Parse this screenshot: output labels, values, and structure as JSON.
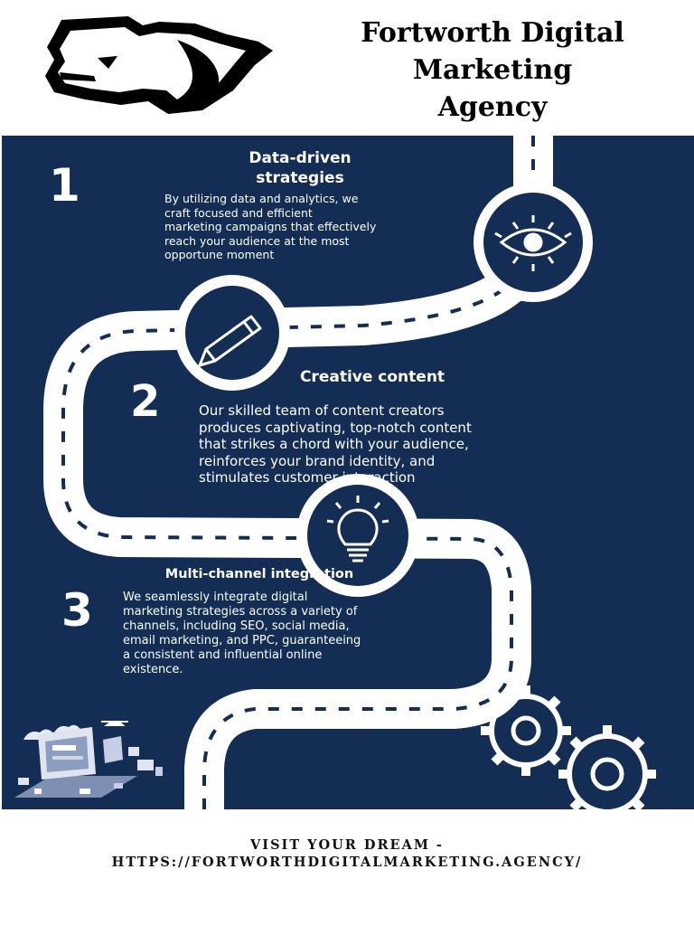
{
  "header": {
    "title_lines": [
      "Fortworth Digital",
      "Marketing",
      "Agency"
    ],
    "logo_icon": "bear-head-logo"
  },
  "steps": [
    {
      "number": "1",
      "heading_lines": [
        "Data-driven",
        "strategies"
      ],
      "body_lines": [
        "By utilizing data and analytics, we",
        "craft focused and efficient",
        "marketing campaigns that effectively",
        "reach your audience at the most",
        "opportune moment"
      ],
      "icon": "eye-icon"
    },
    {
      "number": "2",
      "heading_lines": [
        "Creative content"
      ],
      "body_lines": [
        "Our skilled team of content creators",
        "produces captivating, top-notch content",
        "that strikes a chord with your audience,",
        "reinforces your brand identity, and",
        "stimulates customer interaction"
      ],
      "icon": "pencil-icon"
    },
    {
      "number": "3",
      "heading_lines": [
        "Multi-channel integration"
      ],
      "body_lines": [
        "We seamlessly integrate digital",
        "marketing strategies across a variety of",
        "channels, including SEO, social media,",
        "email marketing, and PPC, guaranteeing",
        "a consistent and influential online",
        "existence."
      ],
      "icon": "lightbulb-icon"
    }
  ],
  "decor": {
    "illustration_icon": "laptop-city-illustration",
    "gears_icon": "gears-icon"
  },
  "colors": {
    "panel": "#142d54",
    "road": "#ffffff",
    "accent": "#142d54"
  },
  "footer": {
    "cta_lines": [
      "VISIT YOUR DREAM -",
      "HTTPS://FORTWORTHDIGITALMARKETING.AGENCY/"
    ]
  }
}
